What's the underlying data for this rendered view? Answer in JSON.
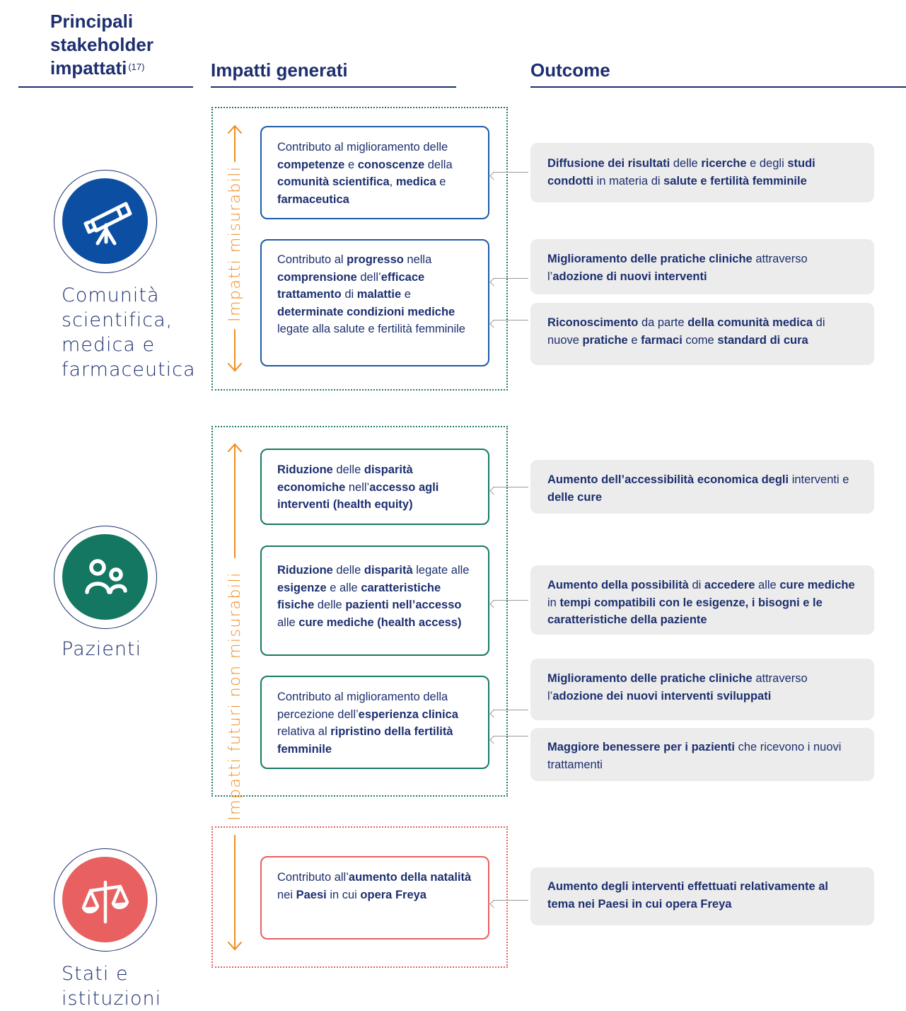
{
  "headers": {
    "stakeholders_line1": "Principali",
    "stakeholders_line2": "stakeholder",
    "stakeholders_line3": "impattati",
    "stakeholders_note": "(17)",
    "impacts": "Impatti generati",
    "outcome": "Outcome"
  },
  "stakeholders": [
    {
      "lines": [
        "Comunità",
        "scientifica,",
        "medica e",
        "farmaceutica"
      ],
      "icon": "telescope-icon",
      "color": "#0b4ea2"
    },
    {
      "lines": [
        "Pazienti"
      ],
      "icon": "people-icon",
      "color": "#137761"
    },
    {
      "lines": [
        "Stati e",
        "istituzioni"
      ],
      "icon": "scales-icon",
      "color": "#e8605f"
    }
  ],
  "labels": {
    "measurable": "Impatti misurabili",
    "future": "Impatti futuri non misurabili"
  },
  "colors": {
    "navy": "#1d2f6f",
    "blue": "#1e5aa8",
    "green": "#157a62",
    "red": "#e8605f",
    "orange": "#f08c1e",
    "outcome_bg": "#ececec"
  }
}
